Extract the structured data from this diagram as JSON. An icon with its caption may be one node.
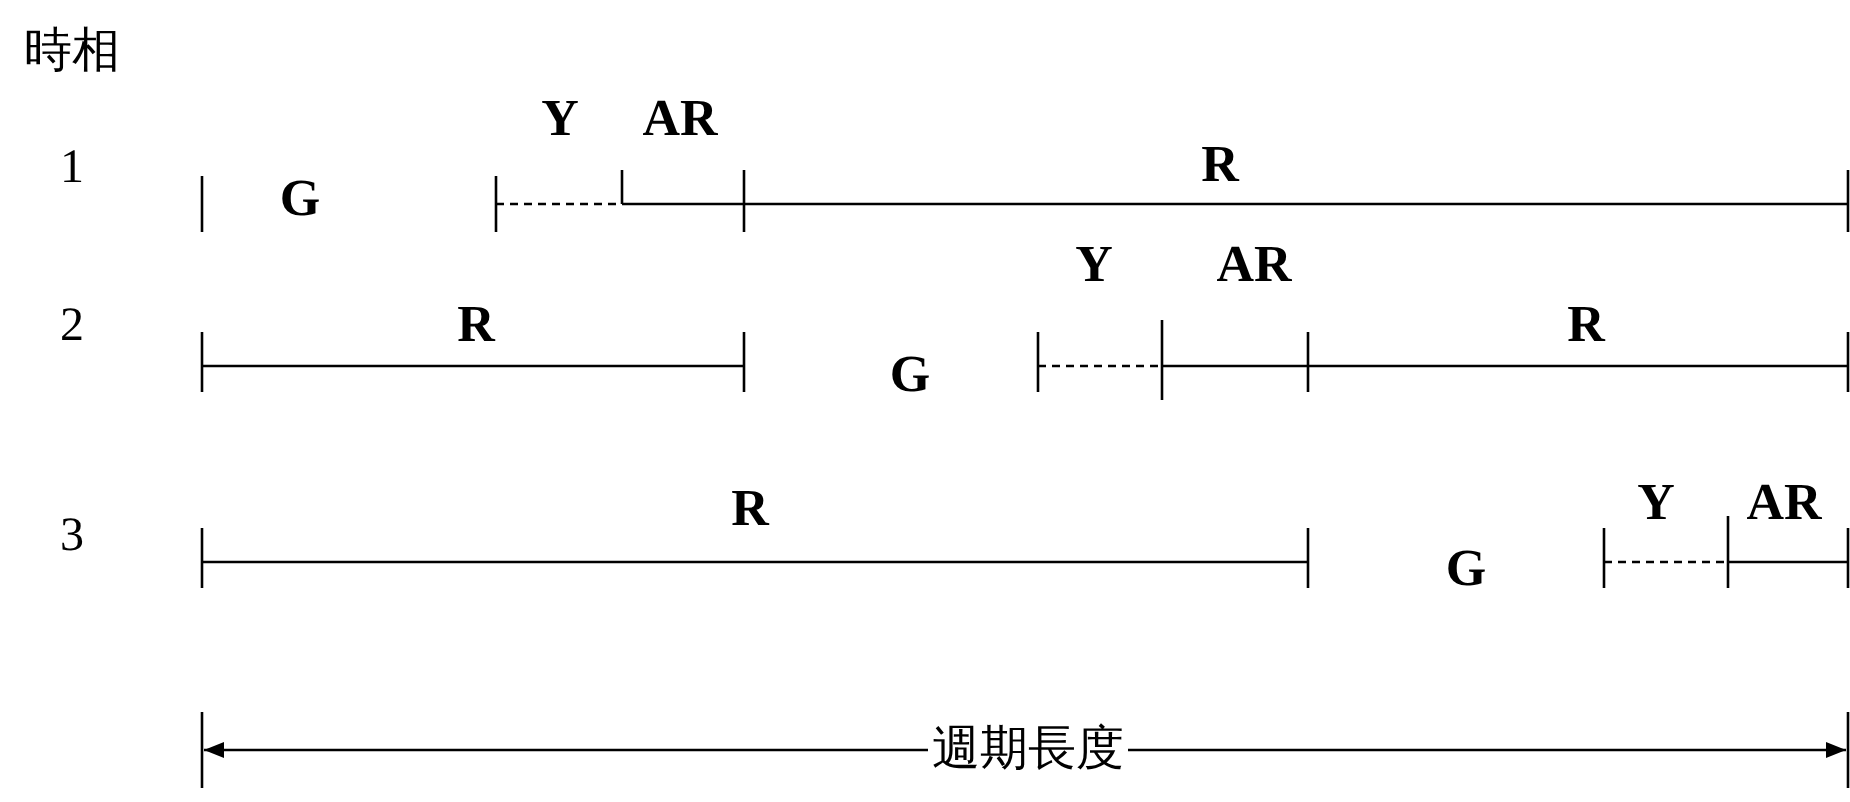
{
  "diagram": {
    "labels": [
      "時相",
      "1",
      "G",
      "Y",
      "AR",
      "R",
      "2",
      "R",
      "G",
      "Y",
      "AR",
      "R",
      "3",
      "R",
      "G",
      "Y",
      "AR",
      "週期長度"
    ]
  }
}
